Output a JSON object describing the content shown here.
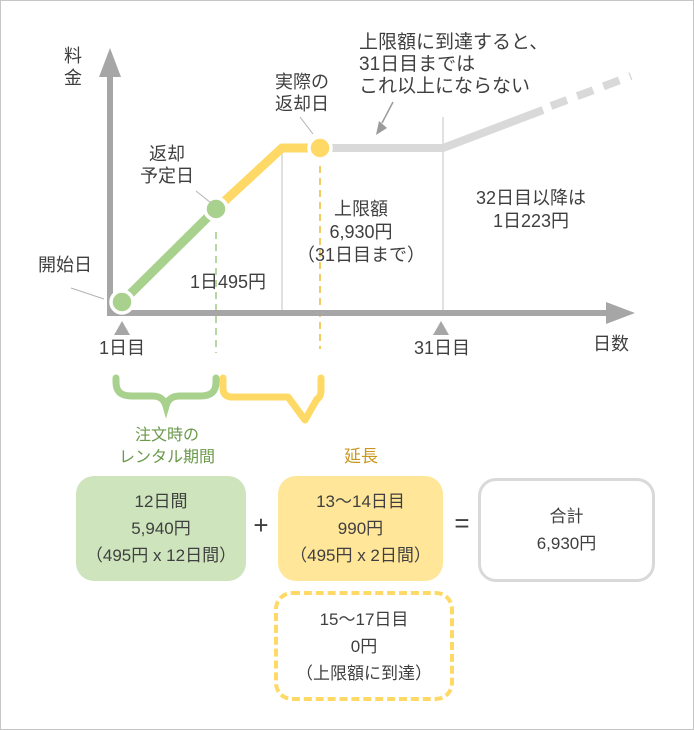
{
  "chart": {
    "y_axis_label": "料\n金",
    "x_axis_label": "日数",
    "cap_note": "上限額に到達すると、\n31日目までは\nこれ以上にならない",
    "start_label": "開始日",
    "scheduled_return_label": "返却\n予定日",
    "actual_return_label": "実際の\n返却日",
    "daily_rate_label": "1日495円",
    "cap_label": "上限額\n6,930円\n（31日目まで）",
    "after_cap_label": "32日目以降は\n1日223円",
    "tick_day1": "1日目",
    "tick_day31": "31日目"
  },
  "legend": {
    "rental_period_label": "注文時の\nレンタル期間",
    "extension_label": "延長"
  },
  "calculation": {
    "base_box": "12日間\n5,940円\n（495円 x 12日間）",
    "plus_sign": "+",
    "extension_box": "13〜14日目\n990円\n（495円 x 2日間）",
    "equals_sign": "=",
    "total_box": "合計\n6,930円",
    "capped_box": "15〜17日目\n0円\n（上限額に到達）"
  },
  "colors": {
    "green_line": "#A9D18E",
    "green_box_fill": "#CDE4BD",
    "green_text": "#6A9A4A",
    "yellow_line": "#FFD966",
    "yellow_box_fill": "#FFE699",
    "yellow_text": "#C9971D",
    "axis_gray": "#A6A6A6",
    "capped_line_gray": "#D9D9D9",
    "text_dark": "#3F3F3F"
  }
}
